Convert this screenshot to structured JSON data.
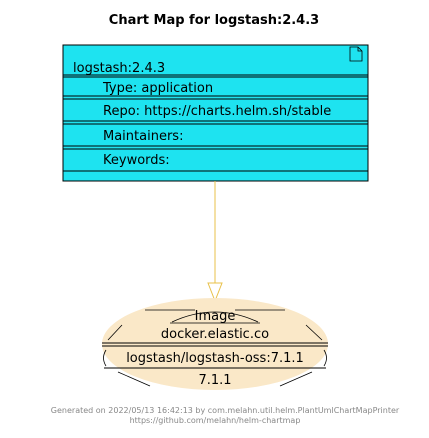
{
  "diagram": {
    "title": "Chart Map for logstash:2.4.3",
    "chart": {
      "name": "logstash:2.4.3",
      "rows": [
        "Type: application",
        "Repo: https://charts.helm.sh/stable",
        "Maintainers:",
        "Keywords:"
      ]
    },
    "image": {
      "stereotype": "Image",
      "registry": "docker.elastic.co",
      "repository": "logstash/logstash-oss:7.1.1",
      "tag": "7.1.1"
    },
    "footer": {
      "line1": "Generated on 2022/05/13 16:42:13 by com.melahn.util.helm.PlantUmlChartMapPrinter",
      "line2": "https://github.com/melahn/helm-chartmap"
    },
    "colors": {
      "chart_fill": "#1ee3f0",
      "image_fill": "#fae8c8",
      "arrow": "#e8c048",
      "border": "#000000",
      "footer_text": "#888888"
    },
    "icons": {
      "chart_corner": "document-icon"
    }
  }
}
